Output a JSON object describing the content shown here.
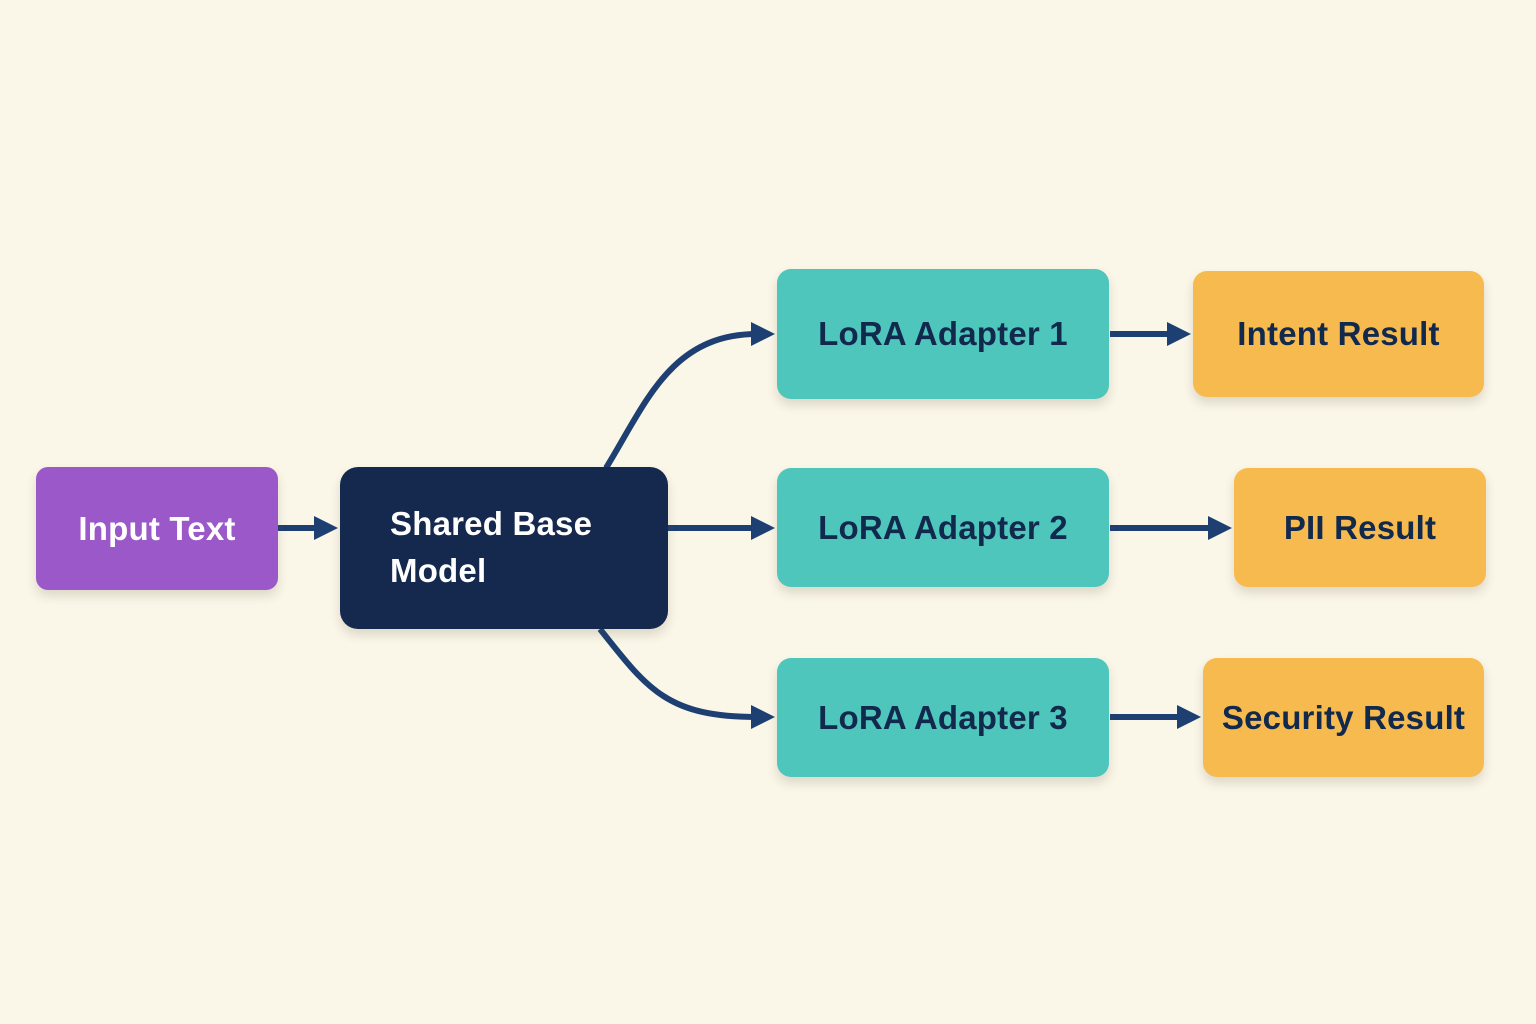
{
  "nodes": {
    "input": {
      "label": "Input Text",
      "color": "#9b58c9",
      "text_color": "#ffffff"
    },
    "base": {
      "label": "Shared Base Model",
      "color": "#15294e",
      "text_color": "#ffffff"
    },
    "adapter1": {
      "label": "LoRA Adapter 1",
      "color": "#4ec6bc",
      "text_color": "#12294e"
    },
    "adapter2": {
      "label": "LoRA Adapter 2",
      "color": "#4ec6bc",
      "text_color": "#12294e"
    },
    "adapter3": {
      "label": "LoRA Adapter 3",
      "color": "#4ec6bc",
      "text_color": "#12294e"
    },
    "result1": {
      "label": "Intent Result",
      "color": "#f7ba4e",
      "text_color": "#12294e"
    },
    "result2": {
      "label": "PII Result",
      "color": "#f7ba4e",
      "text_color": "#12294e"
    },
    "result3": {
      "label": "Security Result",
      "color": "#f7ba4e",
      "text_color": "#12294e"
    }
  },
  "edges": [
    {
      "from": "input",
      "to": "base"
    },
    {
      "from": "base",
      "to": "adapter1"
    },
    {
      "from": "base",
      "to": "adapter2"
    },
    {
      "from": "base",
      "to": "adapter3"
    },
    {
      "from": "adapter1",
      "to": "result1"
    },
    {
      "from": "adapter2",
      "to": "result2"
    },
    {
      "from": "adapter3",
      "to": "result3"
    }
  ],
  "colors": {
    "background": "#faf6e8",
    "arrow": "#1d3f72",
    "purple": "#9b58c9",
    "navy": "#15294e",
    "teal": "#4ec6bc",
    "yellow": "#f7ba4e",
    "dark_text": "#12294e",
    "light_text": "#ffffff"
  }
}
